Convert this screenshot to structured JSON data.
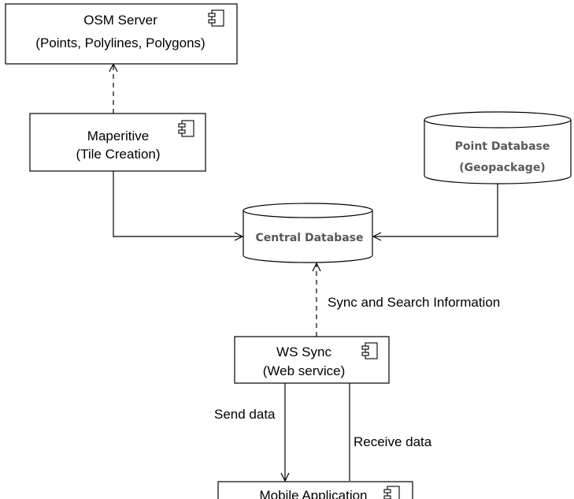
{
  "diagram": {
    "components": [
      {
        "id": "osm",
        "lines": [
          "OSM Server",
          "(Points, Polylines, Polygons)"
        ],
        "icon": "component-icon"
      },
      {
        "id": "maperitive",
        "lines": [
          "Maperitive",
          "(Tile Creation)"
        ],
        "icon": "component-icon"
      },
      {
        "id": "ws",
        "lines": [
          "WS Sync",
          "(Web service)"
        ],
        "icon": "component-icon"
      },
      {
        "id": "mobile",
        "lines": [
          "Mobile Application"
        ],
        "icon": "component-icon"
      }
    ],
    "databases": [
      {
        "id": "point",
        "lines": [
          "Point Database",
          "(Geopackage)"
        ]
      },
      {
        "id": "central",
        "lines": [
          "Central Database"
        ]
      }
    ],
    "edges": [
      {
        "id": "maperitive-to-osm",
        "style": "dashed",
        "label": ""
      },
      {
        "id": "maperitive-to-central",
        "style": "solid",
        "label": ""
      },
      {
        "id": "point-to-central",
        "style": "solid",
        "label": ""
      },
      {
        "id": "ws-to-central",
        "style": "dashed",
        "label": "Sync and Search Information"
      },
      {
        "id": "ws-to-mobile",
        "style": "solid",
        "label": "Send data"
      },
      {
        "id": "mobile-to-ws",
        "style": "solid",
        "label": "Receive data"
      }
    ]
  }
}
